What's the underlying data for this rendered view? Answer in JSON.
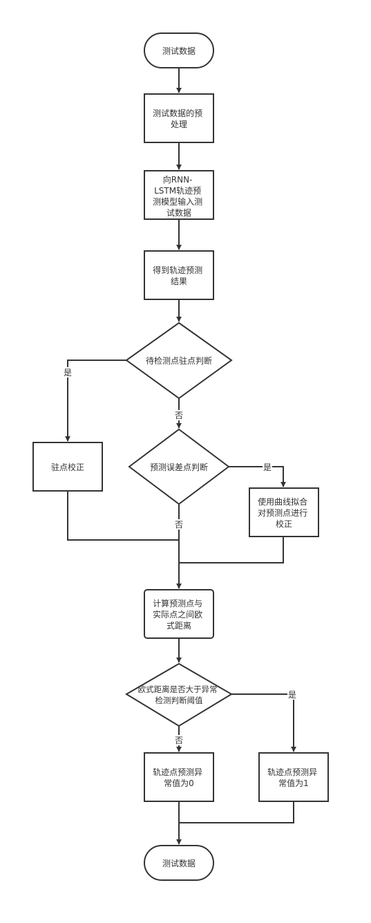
{
  "nodes": {
    "start": [
      "测试数据"
    ],
    "preprocess": [
      "测试数据的预",
      "处理"
    ],
    "input_model": [
      "向RNN-",
      "LSTM轨迹预",
      "测模型输入测",
      "试数据"
    ],
    "result": [
      "得到轨迹预测",
      "结果"
    ],
    "stop_judge": [
      "待检测点驻点判断"
    ],
    "stop_correct": [
      "驻点校正"
    ],
    "error_judge": [
      "预测误差点判断"
    ],
    "curve_fit": [
      "使用曲线拟合",
      "对预测点进行",
      "校正"
    ],
    "distance": [
      "计算预测点与",
      "实际点之间欧",
      "式距离"
    ],
    "threshold_judge": [
      "欧式距离是否大于异常",
      "检测判断阈值"
    ],
    "anomaly_0": [
      "轨迹点预测异",
      "常值为0"
    ],
    "anomaly_1": [
      "轨迹点预测异",
      "常值为1"
    ],
    "end": [
      "测试数据"
    ]
  },
  "edge_labels": {
    "stop_yes": "是",
    "stop_no": "否",
    "error_yes": "是",
    "error_no": "否",
    "threshold_yes": "是",
    "threshold_no": "否"
  }
}
